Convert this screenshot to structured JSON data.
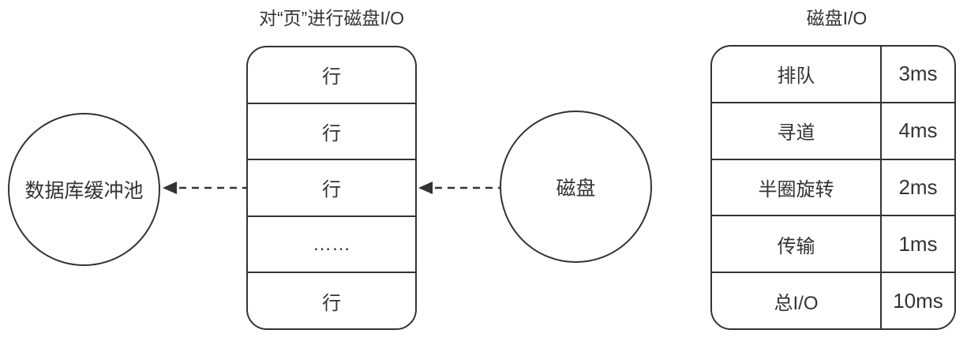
{
  "colors": {
    "stroke": "#333333",
    "text": "#333333",
    "background": "#ffffff"
  },
  "page_table": {
    "title": "对“页”进行磁盘I/O",
    "rows": [
      "行",
      "行",
      "行",
      "……",
      "行"
    ]
  },
  "buffer_pool_circle": {
    "label": "数据库缓冲池"
  },
  "disk_circle": {
    "label": "磁盘"
  },
  "disk_io_table": {
    "title": "磁盘I/O",
    "rows": [
      {
        "label": "排队",
        "value": "3ms"
      },
      {
        "label": "寻道",
        "value": "4ms"
      },
      {
        "label": "半圈旋转",
        "value": "2ms"
      },
      {
        "label": "传输",
        "value": "1ms"
      },
      {
        "label": "总I/O",
        "value": "10ms"
      }
    ]
  },
  "arrows": [
    {
      "name": "page-to-buffer-arrow",
      "style": "dashed",
      "direction": "left"
    },
    {
      "name": "disk-to-page-arrow",
      "style": "dashed",
      "direction": "left"
    }
  ]
}
